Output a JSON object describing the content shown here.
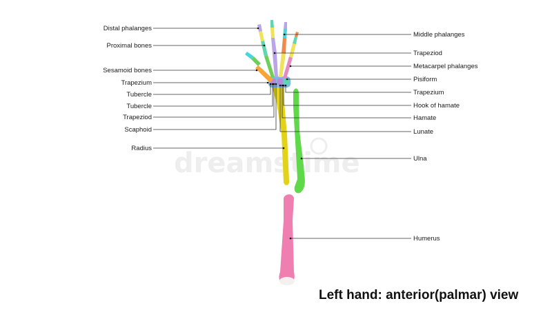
{
  "title": "Left hand: anterior(palmar) view",
  "watermark": "dreamstime",
  "colors": {
    "radius": "#e3d21a",
    "ulna": "#5fd84a",
    "humerus": "#ef7fb0",
    "thumb": "#f7a43a",
    "metacarpal_green": "#6fcf5a",
    "carpal_blue": "#7fb8e6",
    "carpal_purple": "#b58ad8",
    "phalanx_pink": "#e58ac0",
    "phalanx_lavender": "#b9a6e6",
    "phalanx_yellow": "#f0e25a",
    "phalanx_cyan": "#46d6dc",
    "phalanx_orange": "#f08a4a",
    "phalanx_teal": "#5fd6b0"
  },
  "labels": {
    "left": [
      "Distal phalanges",
      "Proximal bones",
      "Sesamoid bones",
      "Trapezium",
      "Tubercle",
      "Tubercle",
      "Trapeziod",
      "Scaphoid",
      "Radius"
    ],
    "right": [
      "Middle phalanges",
      "Trapeziod",
      "Metacarpel phalanges",
      "Pisiform",
      "Trapezium",
      "Hook of hamate",
      "Hamate",
      "Lunate",
      "Ulna",
      "Humerus"
    ]
  }
}
